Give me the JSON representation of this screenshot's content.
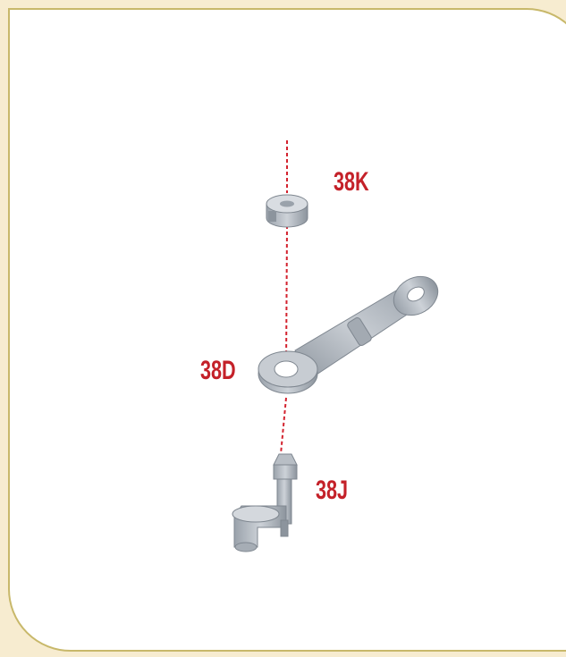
{
  "labels": {
    "washer": "38K",
    "link_arm": "38D",
    "pin": "38J"
  },
  "colors": {
    "background": "#f7ecd0",
    "panel": "#ffffff",
    "panel_border": "#c8b86a",
    "label": "#c42129",
    "dashed_line": "#d3232f",
    "metal_light": "#c9ced4",
    "metal_mid": "#a6adb5",
    "metal_dark": "#7f8790"
  }
}
